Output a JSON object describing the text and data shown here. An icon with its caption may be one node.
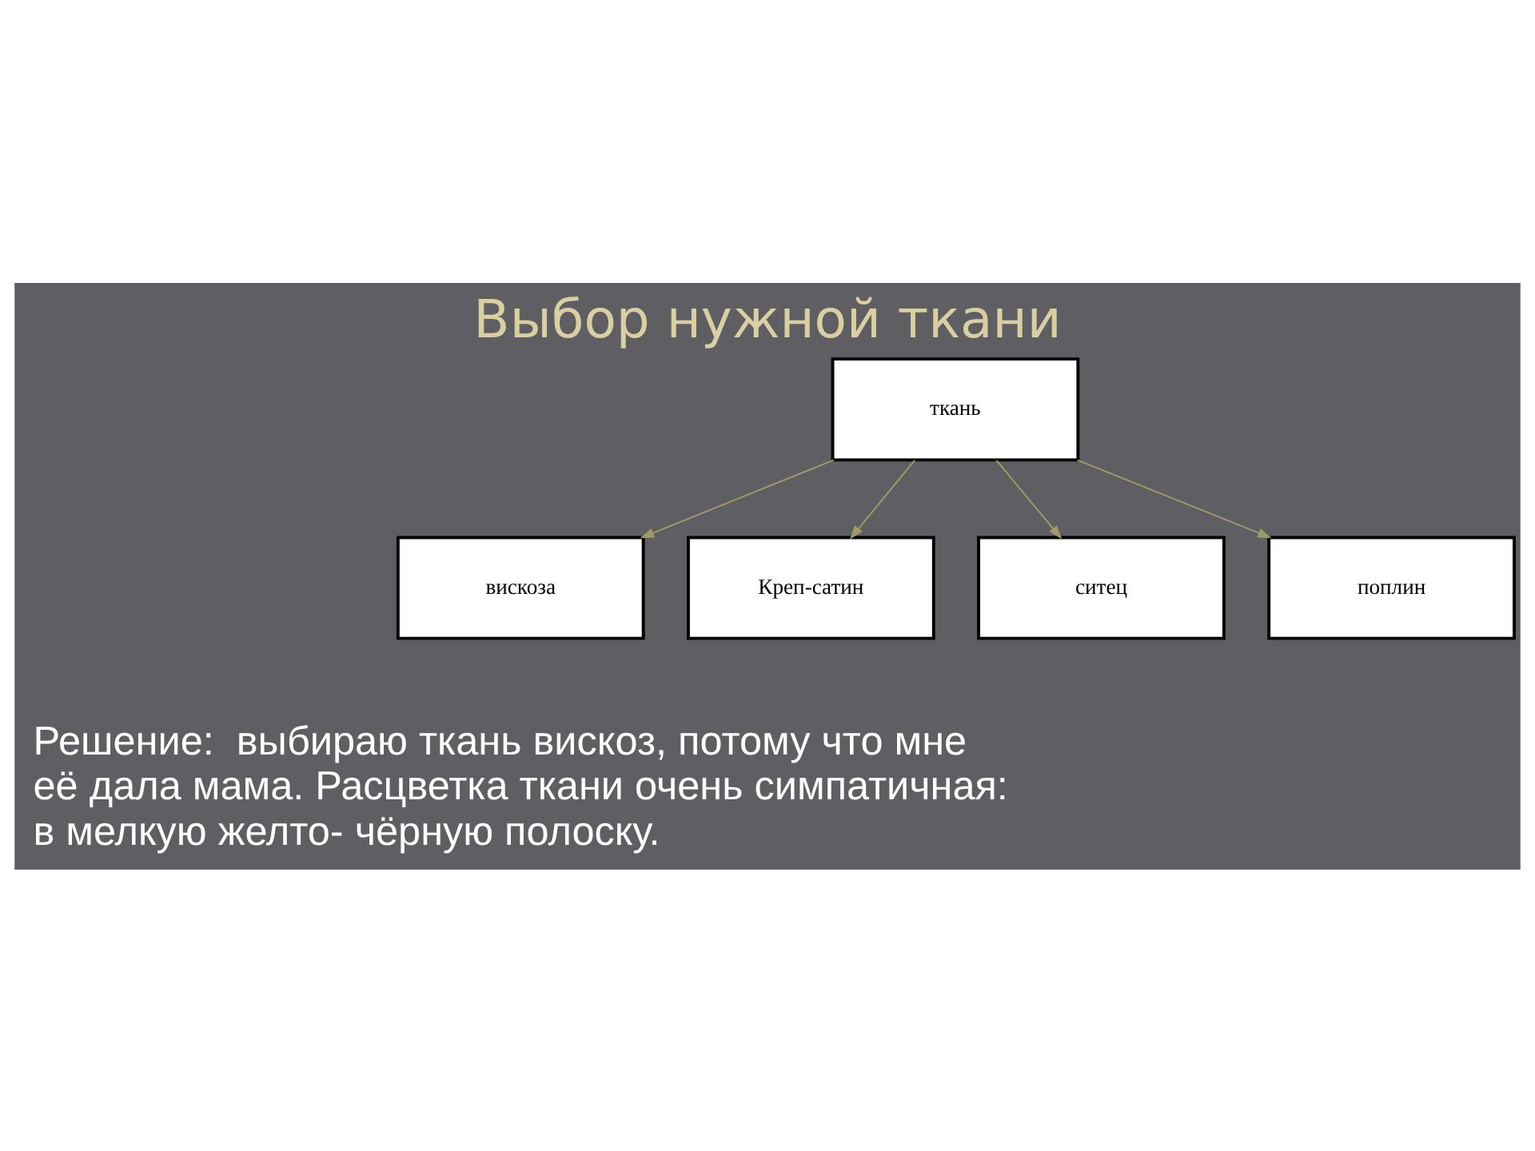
{
  "diagram": {
    "title": "Выбор нужной ткани",
    "nodes": [
      {
        "text": [
          "ткань"
        ]
      },
      {
        "text": [
          "вискоза"
        ]
      },
      {
        "text": [
          "Креп-сатин"
        ]
      },
      {
        "text": [
          "ситец"
        ]
      },
      {
        "text": [
          "поплин"
        ]
      }
    ],
    "edges": [
      {
        "from": 0,
        "to": 1,
        "arrow": "to"
      },
      {
        "from": 0,
        "to": 2,
        "arrow": "to"
      },
      {
        "from": 0,
        "to": 3,
        "arrow": "to"
      },
      {
        "from": 0,
        "to": 4,
        "arrow": "to"
      }
    ],
    "labels": [
      "Решение:  выбираю ткань вискоз, потому что мне её дала мама. Расцветка ткани очень симпатичная: в мелкую желто- чёрную полоску."
    ]
  }
}
